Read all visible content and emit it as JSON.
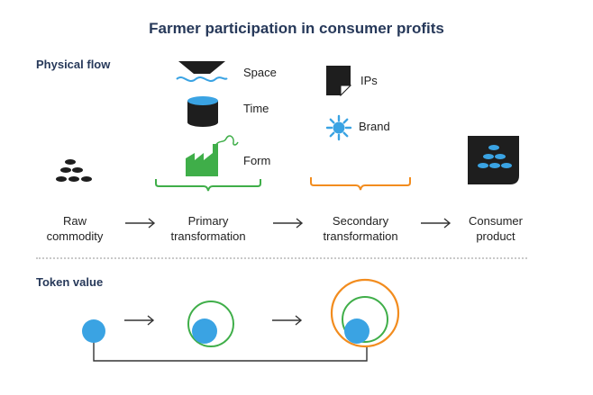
{
  "title": "Farmer participation in consumer profits",
  "sections": {
    "physical_flow": "Physical flow",
    "token_value": "Token value"
  },
  "primary_attributes": {
    "space": "Space",
    "time": "Time",
    "form": "Form"
  },
  "secondary_attributes": {
    "ips": "IPs",
    "brand": "Brand"
  },
  "stages": {
    "raw": {
      "line1": "Raw",
      "line2": "commodity"
    },
    "primary": {
      "line1": "Primary",
      "line2": "transformation"
    },
    "secondary": {
      "line1": "Secondary",
      "line2": "transformation"
    },
    "consumer": {
      "line1": "Consumer",
      "line2": "product"
    }
  },
  "colors": {
    "title": "#27395a",
    "token_blue": "#3aa3e3",
    "primary_green": "#3fae49",
    "secondary_orange": "#f28c1e",
    "icon_dark": "#1e1e1e"
  }
}
